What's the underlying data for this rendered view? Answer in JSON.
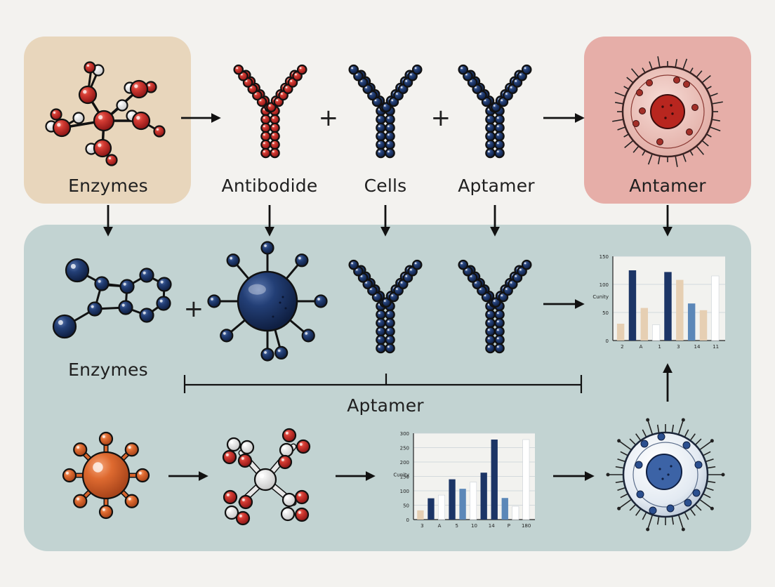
{
  "labels": {
    "enzymes_top": "Enzymes",
    "antibodide": "Antibodide",
    "cells": "Cells",
    "aptamer_top": "Aptamer",
    "antamer": "Antamer",
    "enzymes_mid": "Enzymes",
    "aptamer_bracket": "Aptamer"
  },
  "operators": {
    "plus": "+"
  },
  "colors": {
    "red_atom": "#c42a2a",
    "navy": "#1c3566",
    "orange": "#d8642c",
    "panel_main": "#c2d3d2",
    "panel_enzyme": "#e8d6bc",
    "panel_antamer": "#e6aea8",
    "bar_light_blue": "#5b87b8",
    "bar_beige": "#e6cfb3",
    "bar_white": "#ffffff"
  },
  "charts": [
    {
      "type": "bar",
      "ylabel": "Cunity",
      "yticks": [
        "0",
        "50",
        "100",
        "150"
      ],
      "ylim": [
        0,
        150
      ],
      "categories": [
        "2",
        "A",
        "1",
        "3",
        "14",
        "11"
      ],
      "bars": [
        {
          "v": 30,
          "c": "beige"
        },
        {
          "v": 125,
          "c": "navy"
        },
        {
          "v": 58,
          "c": "beige"
        },
        {
          "v": 28,
          "c": "white"
        },
        {
          "v": 122,
          "c": "navy"
        },
        {
          "v": 108,
          "c": "beige"
        },
        {
          "v": 66,
          "c": "lightblue"
        },
        {
          "v": 54,
          "c": "beige"
        },
        {
          "v": 115,
          "c": "white"
        }
      ]
    },
    {
      "type": "bar",
      "ylabel": "Cunity",
      "yticks": [
        "0",
        "50",
        "100",
        "150",
        "200",
        "250",
        "300"
      ],
      "ylim": [
        0,
        300
      ],
      "categories": [
        "3",
        "A",
        "5",
        "10",
        "14",
        "P",
        "180"
      ],
      "bars": [
        {
          "v": 32,
          "c": "beige"
        },
        {
          "v": 74,
          "c": "navy"
        },
        {
          "v": 85,
          "c": "white"
        },
        {
          "v": 140,
          "c": "navy"
        },
        {
          "v": 107,
          "c": "lightblue"
        },
        {
          "v": 130,
          "c": "white"
        },
        {
          "v": 163,
          "c": "navy"
        },
        {
          "v": 278,
          "c": "navy"
        },
        {
          "v": 75,
          "c": "lightblue"
        },
        {
          "v": 46,
          "c": "white"
        },
        {
          "v": 278,
          "c": "white"
        }
      ]
    }
  ]
}
